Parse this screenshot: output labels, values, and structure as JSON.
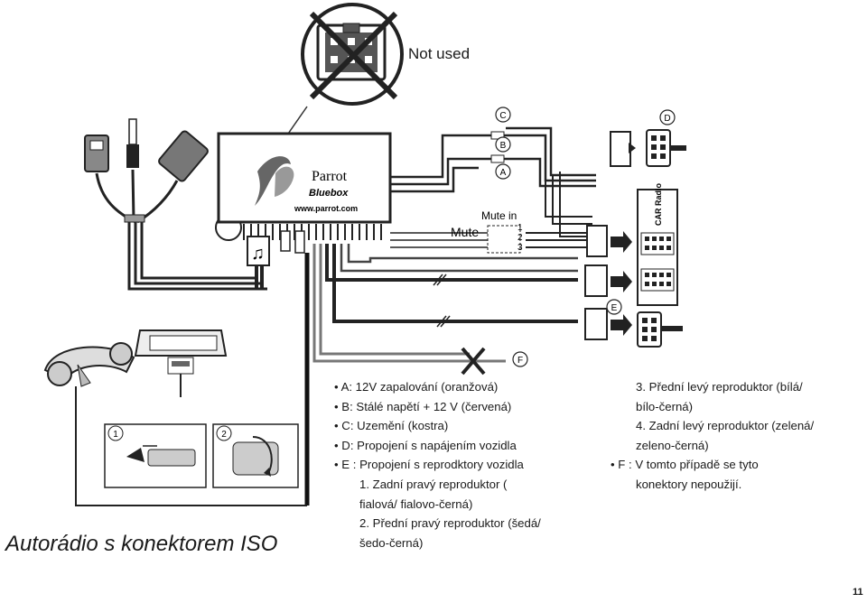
{
  "labels": {
    "not_used": "Not used",
    "brand": "Parrot",
    "product": "Bluebox",
    "url": "www.parrot.com",
    "mute_in": "Mute in",
    "mute": "Mute",
    "mute_pin1": "1",
    "mute_pin2": "2",
    "mute_pin3": "3",
    "car_radio": "CAR Radio",
    "badge_a": "A",
    "badge_b": "B",
    "badge_c": "C",
    "badge_d": "D",
    "badge_e": "E",
    "badge_f": "F",
    "step_1": "1",
    "step_2": "2"
  },
  "legend_left": [
    {
      "bullet": "•",
      "text": "A: 12V zapalování (oranžová)"
    },
    {
      "bullet": "•",
      "text": "B: Stálé napětí + 12 V (červená)"
    },
    {
      "bullet": "•",
      "text": "C: Uzemění (kostra)"
    },
    {
      "bullet": "•",
      "text": "D: Propojení s napájením vozidla"
    },
    {
      "bullet": "•",
      "text": "E : Propojení s reprodktory vozidla"
    },
    {
      "bullet": "",
      "text": "1. Zadní pravý reproduktor (",
      "indent": 2
    },
    {
      "bullet": "",
      "text": "fialová/ fialovo-černá)",
      "indent": 2
    },
    {
      "bullet": "",
      "text": "2. Přední pravý reproduktor (šedá/",
      "indent": 2
    },
    {
      "bullet": "",
      "text": "šedo-černá)",
      "indent": 2
    }
  ],
  "legend_right": [
    {
      "bullet": "",
      "text": "3. Přední levý reproduktor (bílá/",
      "indent": 3
    },
    {
      "bullet": "",
      "text": "bílo-černá)",
      "indent": 3
    },
    {
      "bullet": "",
      "text": "4. Zadní levý reproduktor (zelená/",
      "indent": 3
    },
    {
      "bullet": "",
      "text": "zeleno-černá)",
      "indent": 3
    },
    {
      "bullet": "•",
      "text": "F : V tomto případě se tyto"
    },
    {
      "bullet": "",
      "text": "konektory nepoužijí.",
      "indent": 3
    }
  ],
  "title": "Autorádio s konektorem ISO",
  "page_number": "11"
}
